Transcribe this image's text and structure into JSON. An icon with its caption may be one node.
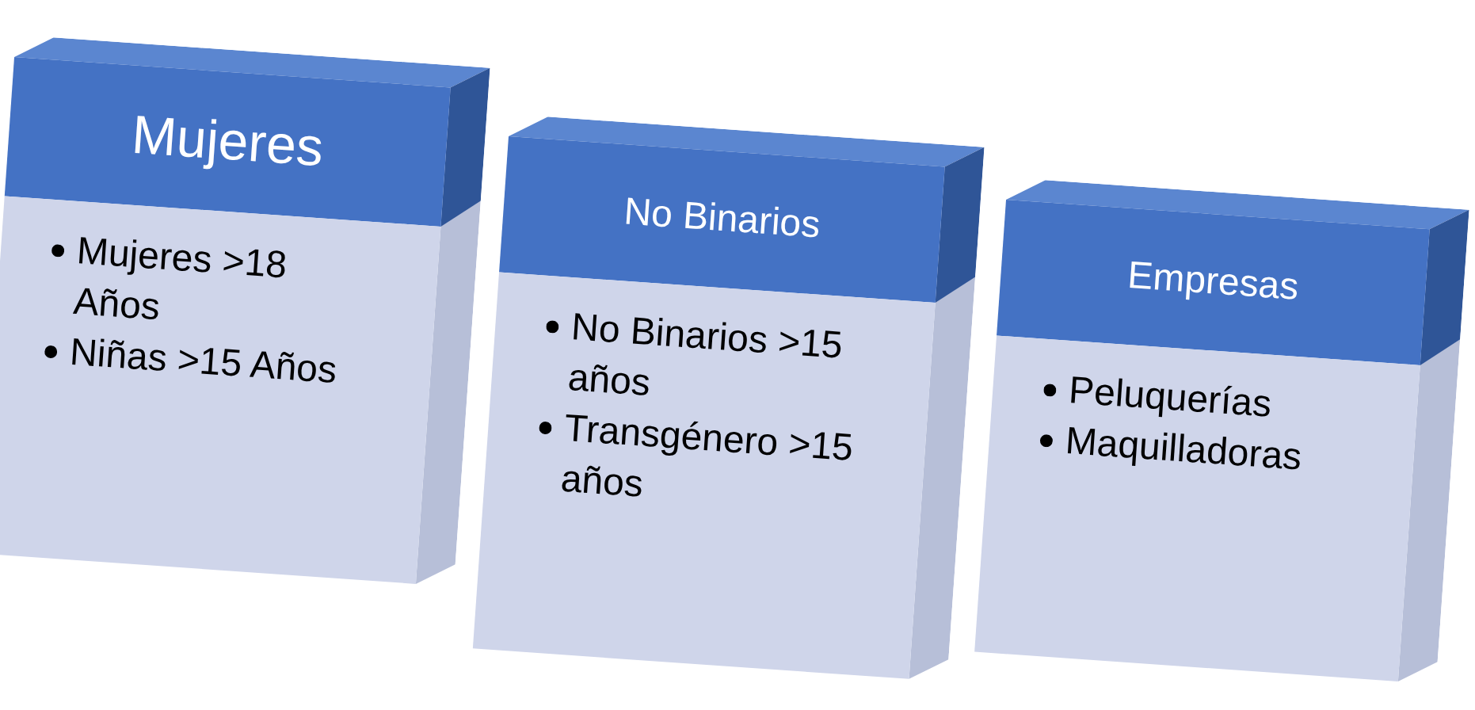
{
  "diagram": {
    "nodes": [
      {
        "text": [
          "Mujeres",
          "Mujeres >18 Años",
          "Niñas >15 Años"
        ]
      },
      {
        "text": [
          "No Binarios",
          "No Binarios >15 años",
          "Transgénero >15 años"
        ]
      },
      {
        "text": [
          "Empresas",
          "Peluquerías",
          "Maquilladoras"
        ]
      }
    ]
  }
}
